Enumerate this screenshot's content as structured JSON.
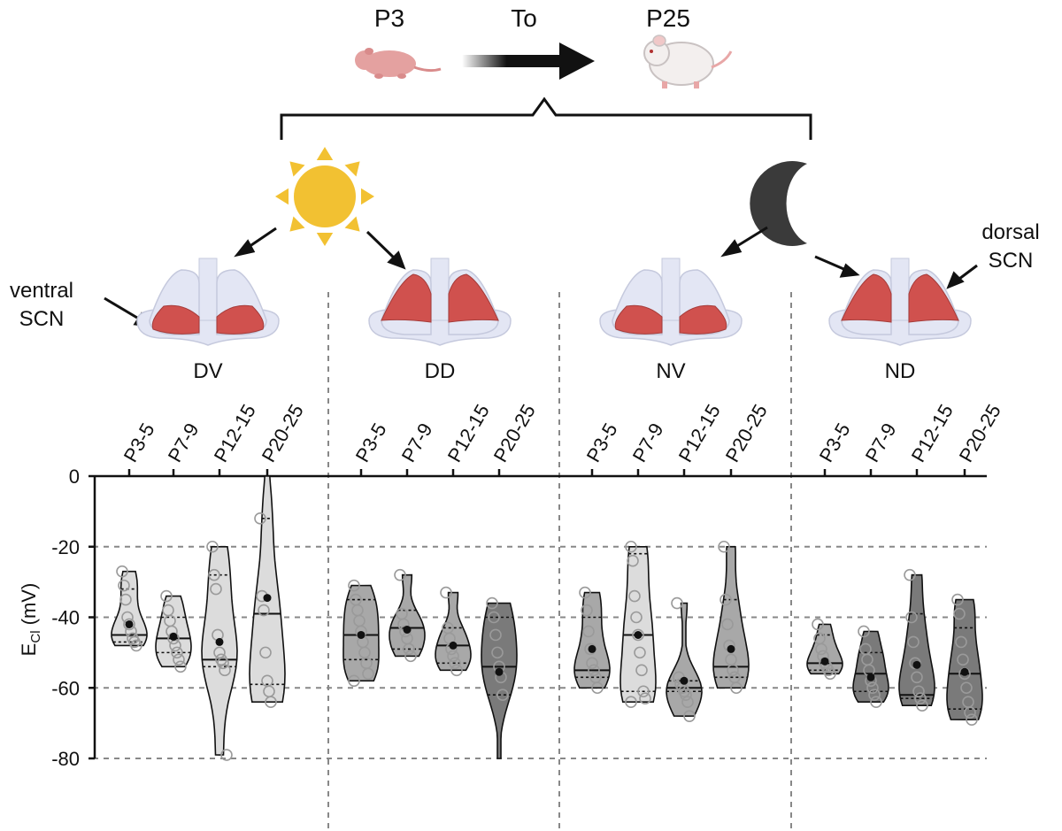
{
  "header": {
    "from_label": "P3",
    "to_label": "To",
    "end_label": "P25"
  },
  "annotations": {
    "ventral_label": [
      "ventral",
      "SCN"
    ],
    "dorsal_label": [
      "dorsal",
      "SCN"
    ]
  },
  "icons": {
    "sun": "sun-icon",
    "moon": "moon-icon",
    "pup": "rat-pup-icon",
    "adult": "adult-rat-icon",
    "arrow": "progression-arrow-icon",
    "scn": "scn-diagram-icon"
  },
  "colors": {
    "sun": "#f2c132",
    "moon": "#3a3a3a",
    "scn_highlight": "#d0514e",
    "scn_body": "#e3e6f4",
    "violin_light": "#dcdcdc",
    "violin_mid": "#a8a8a8",
    "violin_dark": "#7a7a7a"
  },
  "chart_data": {
    "type": "violin",
    "ylabel_main": "E",
    "ylabel_sub": "Cl",
    "ylabel_unit": " (mV)",
    "ylim": [
      -80,
      0
    ],
    "yticks": [
      0,
      -20,
      -40,
      -60,
      -80
    ],
    "grid": true,
    "groups": [
      {
        "name": "DV",
        "scn_highlight": "ventral",
        "categories": [
          "P3-5",
          "P7-9",
          "P12-15",
          "P20-25"
        ],
        "violins": [
          {
            "min": -48,
            "max": -27,
            "median": -45,
            "mean": -42,
            "q1": -47,
            "q3": -32,
            "shade": "light",
            "points": [
              -27,
              -31,
              -35,
              -40,
              -42,
              -44,
              -46,
              -47,
              -48
            ]
          },
          {
            "min": -54,
            "max": -34,
            "median": -46,
            "mean": -45.5,
            "q1": -50,
            "q3": -40,
            "shade": "light",
            "points": [
              -34,
              -38,
              -41,
              -44,
              -46,
              -48,
              -50,
              -52,
              -54
            ]
          },
          {
            "min": -79,
            "max": -20,
            "median": -52,
            "mean": -47,
            "q1": -54,
            "q3": -28,
            "shade": "light",
            "points": [
              -20,
              -28,
              -32,
              -45,
              -50,
              -52,
              -53,
              -55,
              -79
            ]
          },
          {
            "min": -64,
            "max": 0,
            "median": -39,
            "mean": -34.5,
            "q1": -59,
            "q3": -12,
            "shade": "light",
            "points": [
              -12,
              -34,
              -38,
              -50,
              -58,
              -61,
              -64
            ]
          }
        ]
      },
      {
        "name": "DD",
        "scn_highlight": "dorsal",
        "categories": [
          "P3-5",
          "P7-9",
          "P12-15",
          "P20-25"
        ],
        "violins": [
          {
            "min": -58,
            "max": -31,
            "median": -45,
            "mean": -45,
            "q1": -52,
            "q3": -35,
            "shade": "mid",
            "points": [
              -31,
              -35,
              -38,
              -41,
              -44,
              -47,
              -50,
              -53,
              -56,
              -58
            ]
          },
          {
            "min": -51,
            "max": -28,
            "median": -43,
            "mean": -43.5,
            "q1": -49,
            "q3": -38,
            "shade": "mid",
            "points": [
              -28,
              -39,
              -42,
              -44,
              -46,
              -49,
              -51
            ]
          },
          {
            "min": -55,
            "max": -33,
            "median": -48,
            "mean": -48,
            "q1": -53,
            "q3": -43,
            "shade": "mid",
            "points": [
              -33,
              -43,
              -46,
              -49,
              -51,
              -53,
              -55
            ]
          },
          {
            "min": -80,
            "max": -36,
            "median": -54,
            "mean": -55.5,
            "q1": -62,
            "q3": -40,
            "shade": "dark",
            "points": [
              -36,
              -40,
              -45,
              -50,
              -54,
              -57,
              -62
            ]
          }
        ]
      },
      {
        "name": "NV",
        "scn_highlight": "ventral",
        "categories": [
          "P3-5",
          "P7-9",
          "P12-15",
          "P20-25"
        ],
        "violins": [
          {
            "min": -60,
            "max": -33,
            "median": -55,
            "mean": -49,
            "q1": -57,
            "q3": -40,
            "shade": "mid",
            "points": [
              -33,
              -38,
              -44,
              -49,
              -53,
              -55,
              -57,
              -60
            ]
          },
          {
            "min": -64,
            "max": -20,
            "median": -45,
            "mean": -45,
            "q1": -61,
            "q3": -22,
            "shade": "light",
            "points": [
              -20,
              -24,
              -34,
              -40,
              -45,
              -50,
              -55,
              -61,
              -63,
              -64
            ]
          },
          {
            "min": -68,
            "max": -36,
            "median": -60,
            "mean": -58,
            "q1": -61,
            "q3": -58,
            "shade": "mid",
            "points": [
              -36,
              -57,
              -59,
              -60,
              -61,
              -62,
              -64,
              -68
            ]
          },
          {
            "min": -60,
            "max": -20,
            "median": -54,
            "mean": -49,
            "q1": -57,
            "q3": -35,
            "shade": "mid",
            "points": [
              -20,
              -35,
              -42,
              -48,
              -52,
              -55,
              -57,
              -60
            ]
          }
        ]
      },
      {
        "name": "ND",
        "scn_highlight": "dorsal",
        "categories": [
          "P3-5",
          "P7-9",
          "P12-15",
          "P20-25"
        ],
        "violins": [
          {
            "min": -56,
            "max": -42,
            "median": -53,
            "mean": -52.5,
            "q1": -55,
            "q3": -45,
            "shade": "mid",
            "points": [
              -42,
              -46,
              -49,
              -51,
              -53,
              -54,
              -55,
              -56
            ]
          },
          {
            "min": -64,
            "max": -44,
            "median": -56,
            "mean": -57,
            "q1": -61,
            "q3": -50,
            "shade": "dark",
            "points": [
              -44,
              -49,
              -52,
              -55,
              -58,
              -60,
              -62,
              -64
            ]
          },
          {
            "min": -65,
            "max": -28,
            "median": -62,
            "mean": -53.5,
            "q1": -63,
            "q3": -39,
            "shade": "dark",
            "points": [
              -28,
              -40,
              -47,
              -53,
              -57,
              -61,
              -63,
              -65
            ]
          },
          {
            "min": -69,
            "max": -35,
            "median": -56,
            "mean": -55.5,
            "q1": -66,
            "q3": -43,
            "shade": "dark",
            "points": [
              -35,
              -39,
              -47,
              -52,
              -56,
              -60,
              -64,
              -67,
              -69
            ]
          }
        ]
      }
    ]
  }
}
